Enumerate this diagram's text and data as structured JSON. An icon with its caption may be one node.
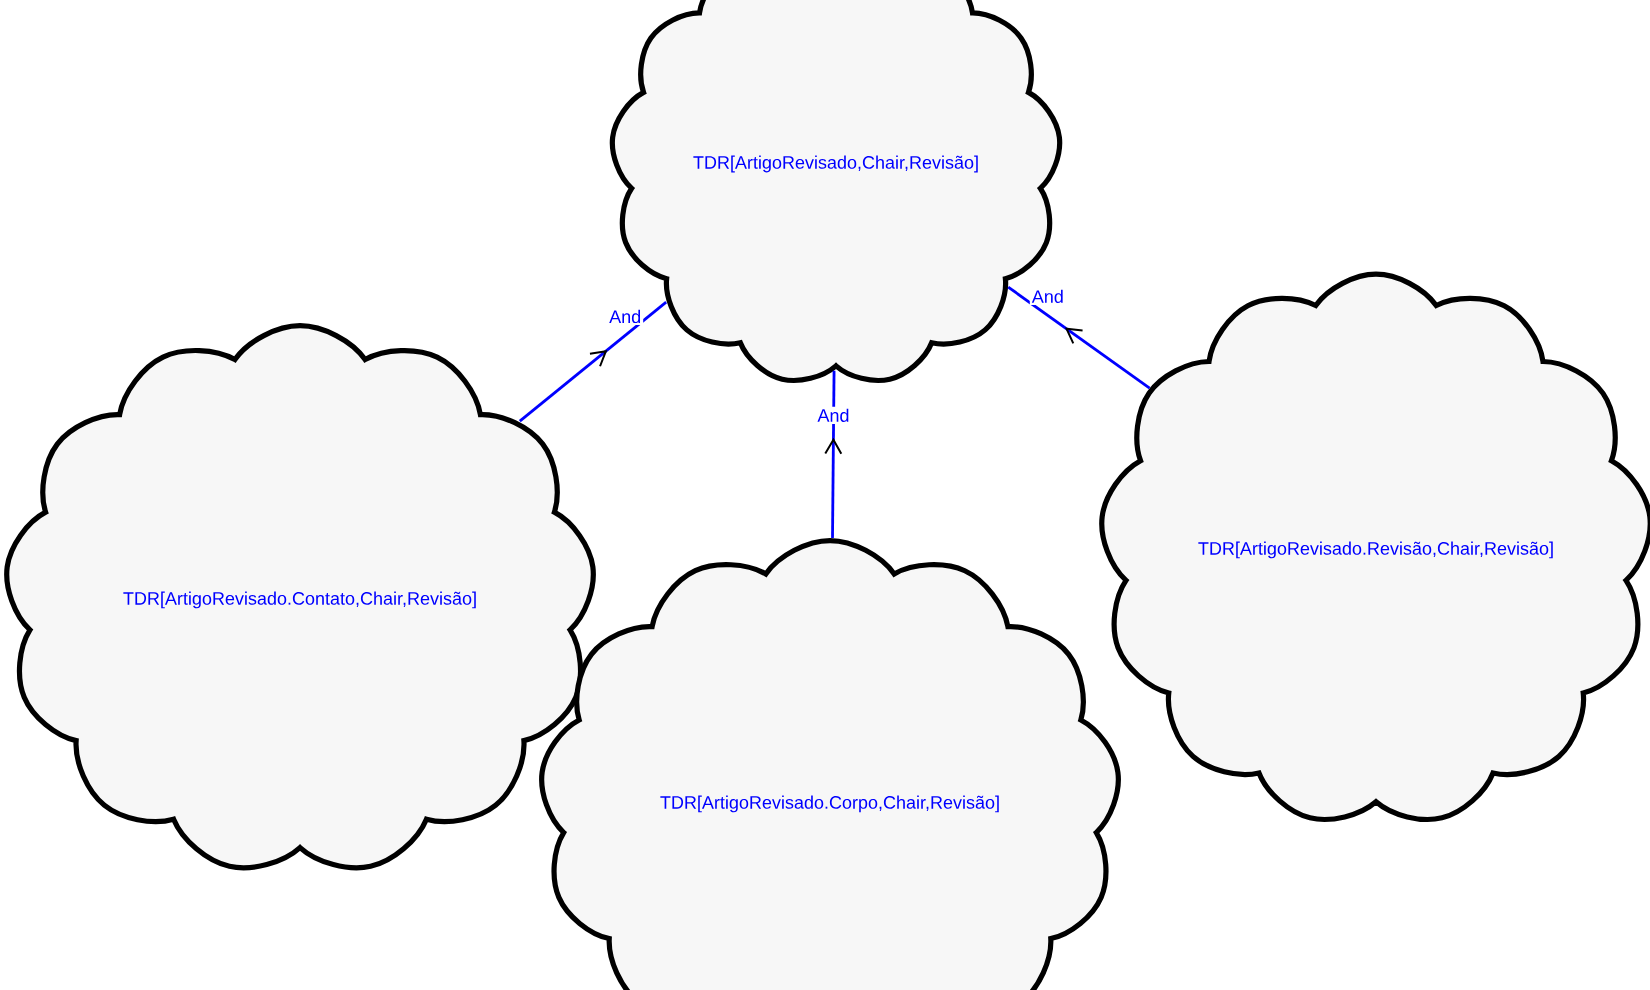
{
  "diagram": {
    "nodes": [
      {
        "text": [
          "TDR[ArtigoRevisado,Chair,Revisão]"
        ]
      },
      {
        "text": [
          "TDR[ArtigoRevisado.Contato,Chair,Revisão]"
        ]
      },
      {
        "text": [
          "TDR[ArtigoRevisado.Corpo,Chair,Revisão]"
        ]
      },
      {
        "text": [
          "TDR[ArtigoRevisado.Revisão,Chair,Revisão]"
        ]
      }
    ],
    "edges": [
      {
        "from": 1,
        "to": 0,
        "arrow": "to",
        "label": "And"
      },
      {
        "from": 2,
        "to": 0,
        "arrow": "to",
        "label": "And"
      },
      {
        "from": 3,
        "to": 0,
        "arrow": "to",
        "label": "And"
      }
    ]
  }
}
